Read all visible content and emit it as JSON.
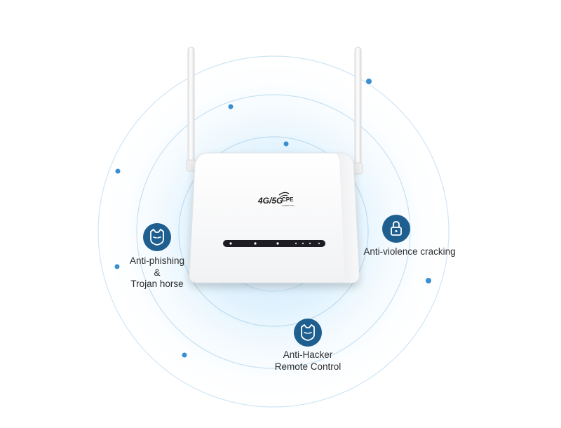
{
  "device": {
    "logo_text": "4G/5G",
    "logo_sub": "CPE",
    "logo_tagline": "SUPER WIFI"
  },
  "features": {
    "phishing": {
      "icon": "shield-cat-icon",
      "line1": "Anti-phishing",
      "line2": "&",
      "line3": "Trojan horse"
    },
    "cracking": {
      "icon": "lock-icon",
      "line1": "Anti-violence cracking"
    },
    "hacker": {
      "icon": "shield-cat-icon",
      "line1": "Anti-Hacker",
      "line2": "Remote Control"
    }
  },
  "colors": {
    "badge": "#1f5f8f",
    "ring": "#b9d9ec",
    "dot": "#3a8fd0",
    "glow": "#dcefff"
  }
}
